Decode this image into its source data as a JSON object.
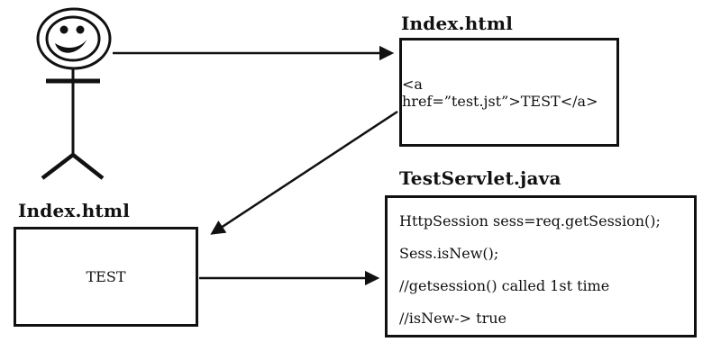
{
  "nodes": {
    "user": {
      "type": "person",
      "icon": "smiley-person-icon"
    },
    "index_top": {
      "title": "Index.html",
      "content": "<a href=”test.jst”>TEST</a>"
    },
    "index_bottom": {
      "title": "Index.html",
      "content": "TEST"
    },
    "servlet": {
      "title": "TestServlet.java",
      "lines": [
        "HttpSession sess=req.getSession();",
        "Sess.isNew();",
        "//getsession() called 1st time",
        "//isNew-> true"
      ]
    }
  },
  "edges": [
    {
      "from": "user",
      "to": "index_top"
    },
    {
      "from": "index_top",
      "to": "index_bottom"
    },
    {
      "from": "index_bottom",
      "to": "servlet"
    }
  ],
  "colors": {
    "stroke": "#111111",
    "background": "#ffffff"
  }
}
